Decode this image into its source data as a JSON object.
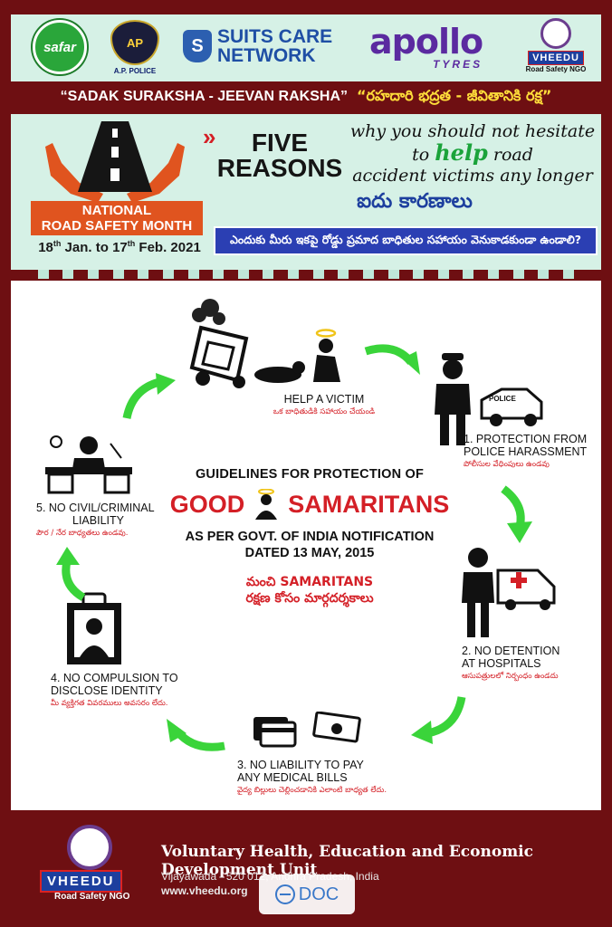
{
  "logos": {
    "safar": "safar",
    "police": "AP",
    "police_caption": "A.P. POLICE",
    "suits_line1": "SUITS CARE",
    "suits_line2": "NETWORK",
    "apollo": "apollo",
    "apollo_sub": "TYRES",
    "vheedu": "VHEEDU",
    "vheedu_ngo": "Road Safety NGO"
  },
  "slogan": {
    "english": "“SADAK SURAKSHA - JEEVAN RAKSHA”",
    "telugu": "“రహదారి భద్రత - జీవితానికి రక్ష”"
  },
  "banner": {
    "campaign_line1": "NATIONAL",
    "campaign_line2": "ROAD SAFETY MONTH",
    "date_start": "18",
    "date_start_suffix": "th",
    "date_start_month": " Jan. to ",
    "date_end": "17",
    "date_end_suffix": "th",
    "date_end_month": " Feb. 2021",
    "five_line1": "FIVE",
    "five_line2": "REASONS",
    "why_line1": "why you should not hesitate",
    "why_to": "to ",
    "why_help": "help",
    "why_road": " road",
    "why_line3": "accident victims any longer",
    "telugu_five": "ఐదు కారణాలు",
    "telugu_question": "ఎందుకు మీరు ఇకపై రోడ్డు ప్రమాద బాధితుల సహాయం వెనుకాడకుండా ఉండాలి?"
  },
  "steps": {
    "help_victim": {
      "title": "HELP A VICTIM",
      "telugu": "ఒక బాధితుడికి సహాయం చేయండి"
    },
    "police": {
      "title1": "1. PROTECTION FROM",
      "title2": "POLICE HARASSMENT",
      "telugu": "పోలీసుల వేధింపులు ఉండవు",
      "badge": "POLICE"
    },
    "hospital": {
      "title1": "2. NO DETENTION",
      "title2": "AT HOSPITALS",
      "telugu": "ఆసుపత్రులలో నిర్బంధం ఉండదు"
    },
    "bills": {
      "title1": "3. NO LIABILITY TO PAY",
      "title2": "ANY MEDICAL BILLS",
      "telugu": "వైద్య బిల్లులు చెల్లించడానికి ఎలాంటి బాధ్యత లేదు."
    },
    "identity": {
      "title1": "4. NO COMPULSION TO",
      "title2": "DISCLOSE IDENTITY",
      "telugu": "మీ వ్యక్తిగత వివరములు అవసరం లేదు."
    },
    "civil": {
      "title1": "5. NO CIVIL/CRIMINAL",
      "title2": "LIABILITY",
      "telugu": "పౌర / నేర బాధ్యతలు ఉండవు."
    }
  },
  "center": {
    "guidelines": "GUIDELINES FOR PROTECTION OF",
    "good": "GOOD",
    "samaritans": "SAMARITANS",
    "as_per": "AS PER GOVT. OF INDIA NOTIFICATION",
    "dated": "DATED 13 MAY, 2015",
    "telugu_line1": "మంచి SAMARITANS",
    "telugu_line2": "రక్షణ కోసం మార్గదర్శకాలు"
  },
  "footer": {
    "org": "Voluntary Health, Education and Economic Development Unit",
    "address": "Vijayawada - 520 012, Andhra Pradesh, India",
    "website": "www.vheedu.org",
    "vheedu": "VHEEDU",
    "ngo": "Road Safety NGO"
  },
  "overlay": {
    "doc_label": "DOC"
  },
  "colors": {
    "maroon": "#6e0f12",
    "mint": "#d6f1e6",
    "red": "#d41f26",
    "green_arrow": "#3ad43a",
    "blue": "#2b3fb3",
    "orange": "#e0541f"
  }
}
